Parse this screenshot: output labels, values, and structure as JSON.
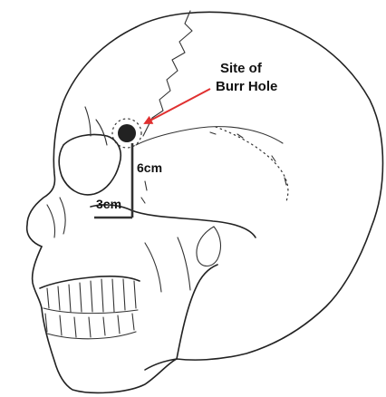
{
  "labels": {
    "site_line1": "Site of",
    "site_line2": "Burr Hole",
    "vertical_measure": "6cm",
    "horizontal_measure": "3cm"
  },
  "colors": {
    "arrow": "#e03030",
    "outline": "#222222",
    "burr_hole": "#222222"
  }
}
